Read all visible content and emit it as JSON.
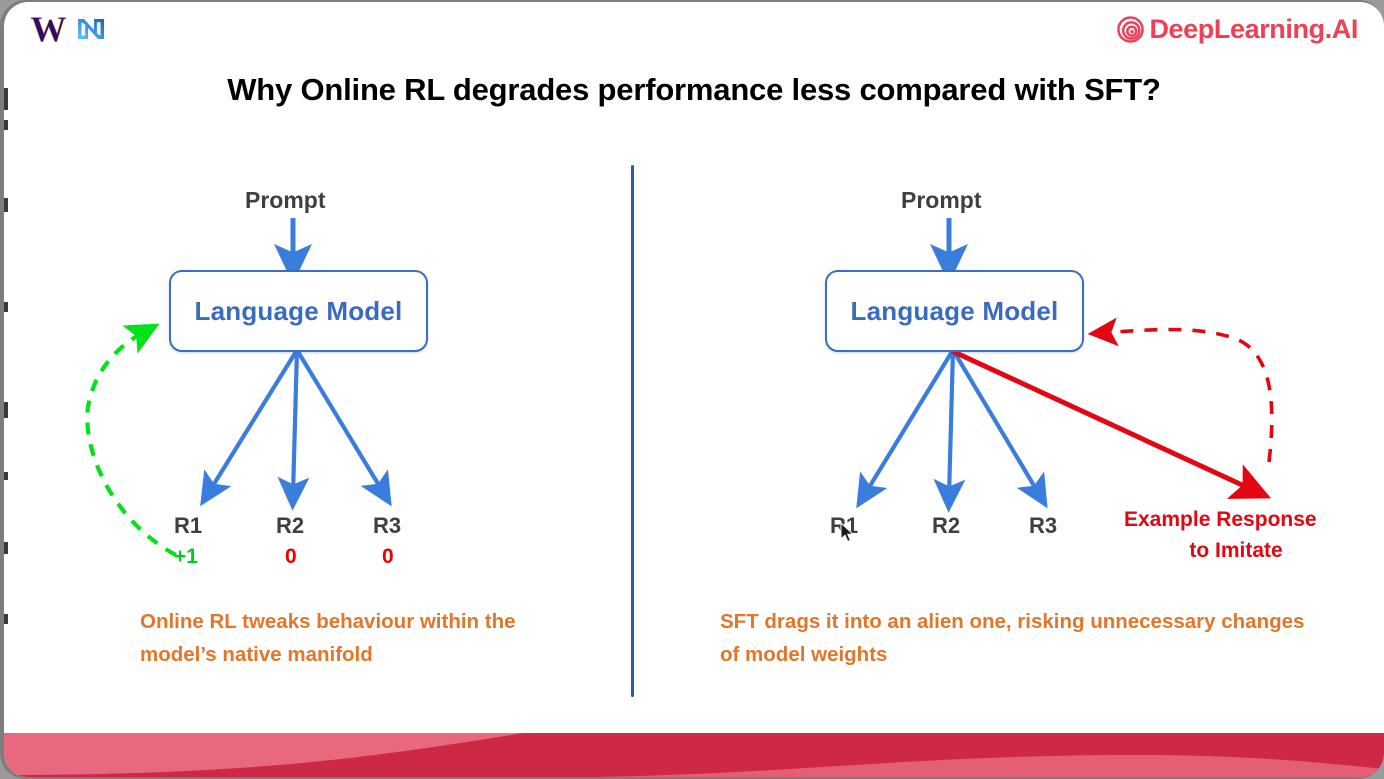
{
  "slide": {
    "title": "Why Online RL degrades performance less compared with SFT?",
    "brand_left": {
      "uw_logo_letter": "W",
      "uw_logo_name": "university-of-washington-logo",
      "nvidia_logo_name": "nvidia-logo"
    },
    "brand_right": {
      "text": "DeepLearning.AI",
      "mark_name": "deeplearning-spiral-icon",
      "color": "#ef4056"
    }
  },
  "left_panel": {
    "prompt_label": "Prompt",
    "model_label": "Language Model",
    "responses": [
      {
        "label": "R1",
        "reward": "+1",
        "reward_color": "#00cc22"
      },
      {
        "label": "R2",
        "reward": "0",
        "reward_color": "#ee0000"
      },
      {
        "label": "R3",
        "reward": "0",
        "reward_color": "#ee0000"
      }
    ],
    "feedback_arrow_name": "green-dashed-feedback-arrow",
    "caption": "Online RL tweaks behaviour within the model’s native manifold",
    "caption_color": "#e2762a"
  },
  "right_panel": {
    "prompt_label": "Prompt",
    "model_label": "Language Model",
    "responses": [
      {
        "label": "R1"
      },
      {
        "label": "R2"
      },
      {
        "label": "R3"
      }
    ],
    "example_label_line1": "Example Response",
    "example_label_line2": "to Imitate",
    "example_label_color": "#e30613",
    "solid_arrow_name": "red-solid-drag-arrow",
    "dashed_arrow_name": "red-dashed-imitate-arrow",
    "caption": "SFT drags it into an alien one, risking unnecessary changes of model weights",
    "caption_color": "#e2762a"
  },
  "theme": {
    "arrow_blue": "#3b7ddd",
    "box_blue": "#3b6fc4",
    "divider_blue": "#2d5aa8",
    "band_light": "#e8697d",
    "band_dark": "#ce2847"
  }
}
